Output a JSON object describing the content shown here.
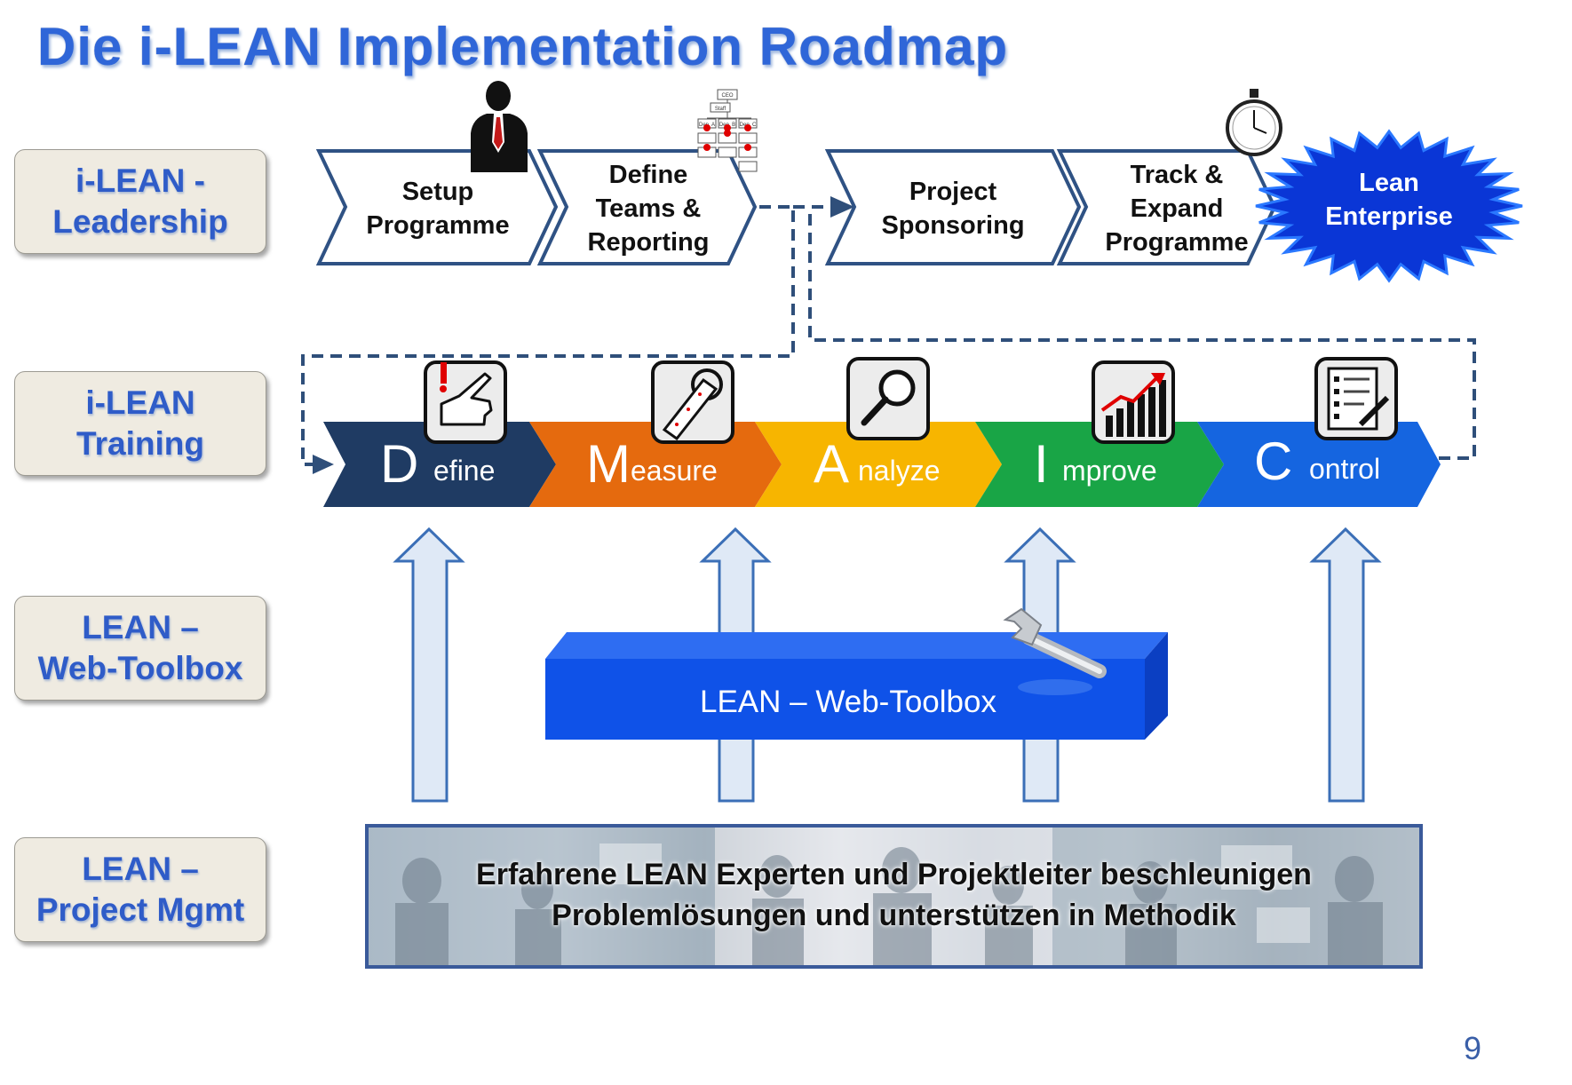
{
  "title": "Die i-LEAN Implementation Roadmap",
  "rows": [
    {
      "label": "i-LEAN -\nLeadership"
    },
    {
      "label": "i-LEAN\nTraining"
    },
    {
      "label": "LEAN –\nWeb-Toolbox"
    },
    {
      "label": "LEAN –\nProject Mgmt"
    }
  ],
  "leadership_steps": [
    {
      "line1": "Setup",
      "line2": "Programme",
      "line3": ""
    },
    {
      "line1": "Define",
      "line2": "Teams &",
      "line3": "Reporting"
    },
    {
      "line1": "Project",
      "line2": "Sponsoring",
      "line3": ""
    },
    {
      "line1": "Track &",
      "line2": "Expand",
      "line3": "Programme"
    }
  ],
  "goal_burst": {
    "line1": "Lean",
    "line2": "Enterprise",
    "color": "#0a36d6"
  },
  "org_chart_icon": {
    "top": "CEO",
    "mid": "Staff",
    "left": "Dep. A",
    "center": "Dep. B",
    "right": "Dep. C"
  },
  "dmaic": [
    {
      "letter": "D",
      "rest": "efine",
      "color": "#1f3b63",
      "icon": "pointing-hand-icon"
    },
    {
      "letter": "M",
      "rest": "easure",
      "color": "#e56a0e",
      "icon": "tape-measure-icon"
    },
    {
      "letter": "A",
      "rest": "nalyze",
      "color": "#f7b500",
      "icon": "magnifier-icon"
    },
    {
      "letter": "I",
      "rest": "mprove",
      "color": "#19a546",
      "icon": "growth-chart-icon"
    },
    {
      "letter": "C",
      "rest": "ontrol",
      "color": "#1565e0",
      "icon": "checklist-icon"
    }
  ],
  "toolbox": {
    "label": "LEAN – Web-Toolbox",
    "color": "#0f52e8"
  },
  "banner": {
    "text": "Erfahrene LEAN Experten und Projektleiter beschleunigen\nProblemlösungen und unterstützen in Methodik"
  },
  "page_number": "9",
  "colors": {
    "title": "#2f66d8",
    "connector": "#2f4f7a",
    "up_arrow_fill": "#dfe9f6",
    "up_arrow_stroke": "#3b6fb7"
  }
}
